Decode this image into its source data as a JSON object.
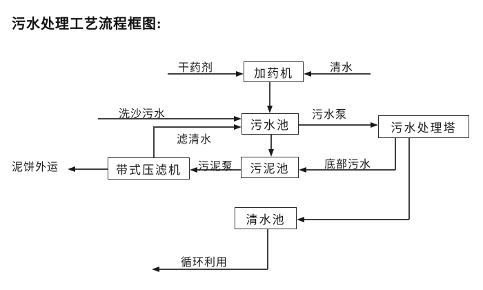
{
  "title": "污水处理工艺流程框图:",
  "diagram": {
    "nodes": {
      "dosing_machine": "加药机",
      "sewage_pool": "污水池",
      "treatment_tower": "污水处理塔",
      "sludge_pool": "污泥池",
      "belt_filter_press": "带式压滤机",
      "clean_water_pool": "清水池"
    },
    "flow_labels": {
      "dry_agent": "干药剂",
      "clean_water": "清水",
      "sand_washing_sewage": "洗沙污水",
      "sewage_pump": "污水泵",
      "filtered_water": "滤清水",
      "sludge_pump": "污泥泵",
      "bottom_sewage": "底部污水",
      "mud_cake_out": "泥饼外运",
      "recycle_use": "循环利用"
    },
    "colors": {
      "background": "#ffffff",
      "line": "#3f3f3f",
      "box_border": "#2e2e2e",
      "text": "#1a1a1a"
    }
  }
}
